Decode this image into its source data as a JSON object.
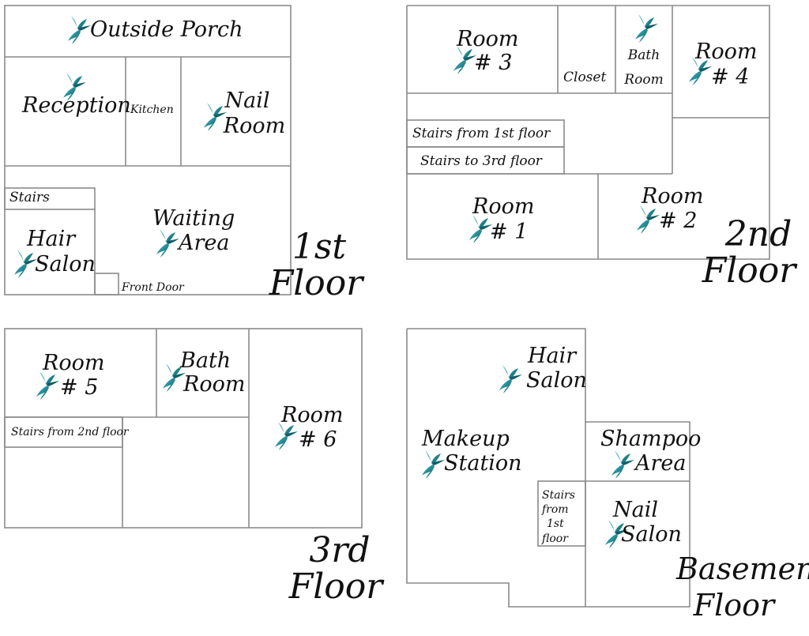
{
  "brand": {
    "bird_color": "#1a8a94",
    "bird_dark": "#0d5f6a"
  },
  "floor1": {
    "title_a": "1st",
    "title_b": "Floor",
    "rooms": {
      "outside_porch": "Outside Porch",
      "reception": "Reception",
      "kitchen": "Kitchen",
      "nail_room_a": "Nail",
      "nail_room_b": "Room",
      "stairs": "Stairs",
      "hair_salon_a": "Hair",
      "hair_salon_b": "Salon",
      "waiting_a": "Waiting",
      "waiting_b": "Area",
      "front_door": "Front Door"
    }
  },
  "floor2": {
    "title_a": "2nd",
    "title_b": "Floor",
    "rooms": {
      "room3_a": "Room",
      "room3_b": "# 3",
      "closet": "Closet",
      "bath_a": "Bath",
      "bath_b": "Room",
      "room4_a": "Room",
      "room4_b": "# 4",
      "stairs_from_1st": "Stairs from 1st floor",
      "stairs_to_3rd": "Stairs to 3rd floor",
      "room1_a": "Room",
      "room1_b": "# 1",
      "room2_a": "Room",
      "room2_b": "# 2"
    }
  },
  "floor3": {
    "title_a": "3rd",
    "title_b": "Floor",
    "rooms": {
      "room5_a": "Room",
      "room5_b": "# 5",
      "bath_a": "Bath",
      "bath_b": "Room",
      "room6_a": "Room",
      "room6_b": "# 6",
      "stairs_from_2nd": "Stairs from 2nd floor"
    }
  },
  "basement": {
    "title_a": "Basement",
    "title_b": "Floor",
    "rooms": {
      "hair_salon_a": "Hair",
      "hair_salon_b": "Salon",
      "makeup_a": "Makeup",
      "makeup_b": "Station",
      "shampoo_a": "Shampoo",
      "shampoo_b": "Area",
      "stairs_a": "Stairs",
      "stairs_b": "from",
      "stairs_c": "1st",
      "stairs_d": "floor",
      "nail_salon_a": "Nail",
      "nail_salon_b": "Salon"
    }
  }
}
